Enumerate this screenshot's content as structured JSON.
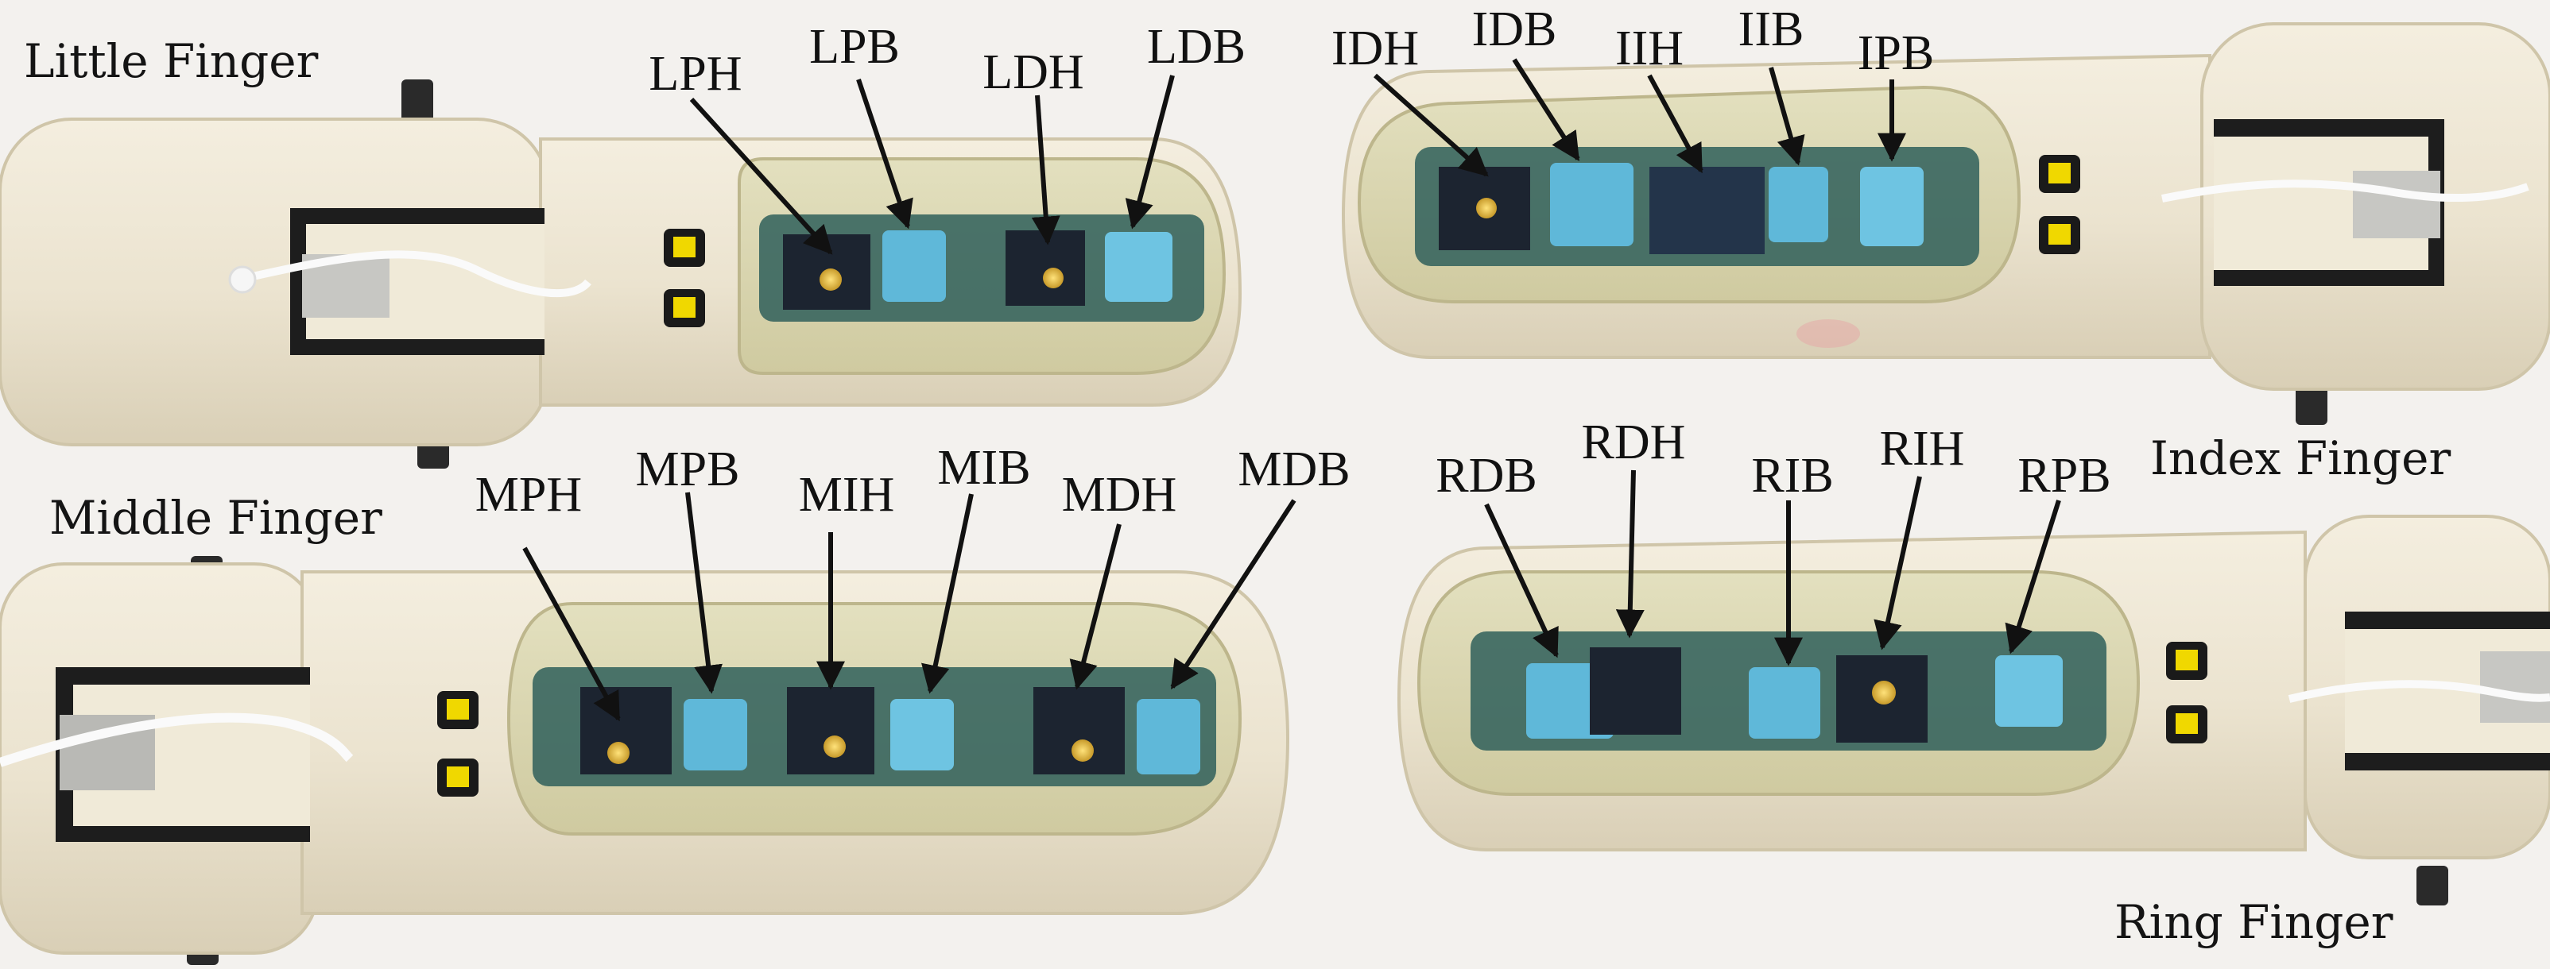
{
  "captions": {
    "little": "Little Finger",
    "index": "Index Finger",
    "middle": "Middle Finger",
    "ring": "Ring Finger"
  },
  "labels": {
    "little": [
      "LPH",
      "LPB",
      "LDH",
      "LDB"
    ],
    "index": [
      "IDH",
      "IDB",
      "IIH",
      "IIB",
      "IPB"
    ],
    "middle": [
      "MPH",
      "MPB",
      "MIH",
      "MIB",
      "MDH",
      "MDB"
    ],
    "ring": [
      "RDB",
      "RDH",
      "RIB",
      "RIH",
      "RPB"
    ]
  },
  "colors": {
    "background": "#f3f1ee",
    "finger_body": "#ebe4d2",
    "sensor_window": "#d7d2a8",
    "pcb": "#2f5f5a",
    "photodiode": "#1c2430",
    "led_blue": "#5fb8d9",
    "led_yellow": "#e8c64a",
    "contact_pad": "#f0d800",
    "arrow": "#111111"
  }
}
